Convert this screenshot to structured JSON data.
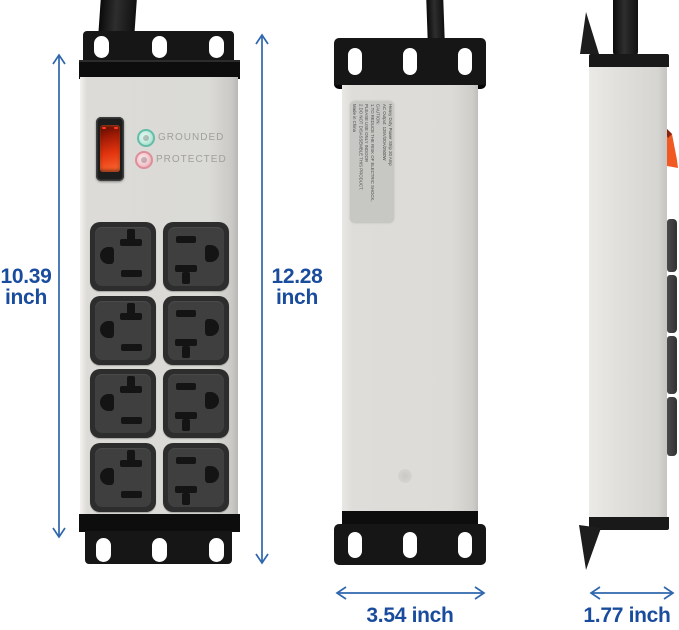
{
  "product": {
    "front_indicators": {
      "grounded": "GROUNDED",
      "protected": "PROTECTED"
    },
    "back_label_lines": [
      "Heavy Duty Power Strip 20 Amp",
      "AC Output: 125V/20A/2500W",
      "CAUTION:",
      "1.TO REDUCE THE RISK OF ELECTRIC SHOCK,",
      "PLEASE USE ONLY INDOOR",
      "2.DO NOT DISASSEMBLE THIS PRODUCT.",
      "Made in China"
    ]
  },
  "dimensions": {
    "body_height_value": "10.39",
    "body_height_unit": "inch",
    "total_height_value": "12.28",
    "total_height_unit": "inch",
    "width_label": "3.54 inch",
    "depth_label": "1.77 inch"
  },
  "colors": {
    "dimension_text_blue": "#1a4c9d",
    "arrow_blue": "#2f66ad",
    "body_gray": "#dcdbd7",
    "bracket_black": "#161616",
    "switch_red": "#e1330e",
    "side_switch_orange": "#f05a22",
    "grounded_led_green": "#64bda8",
    "protected_led_red": "#dd8e9a",
    "indicator_text_gray": "#a09f9b"
  }
}
